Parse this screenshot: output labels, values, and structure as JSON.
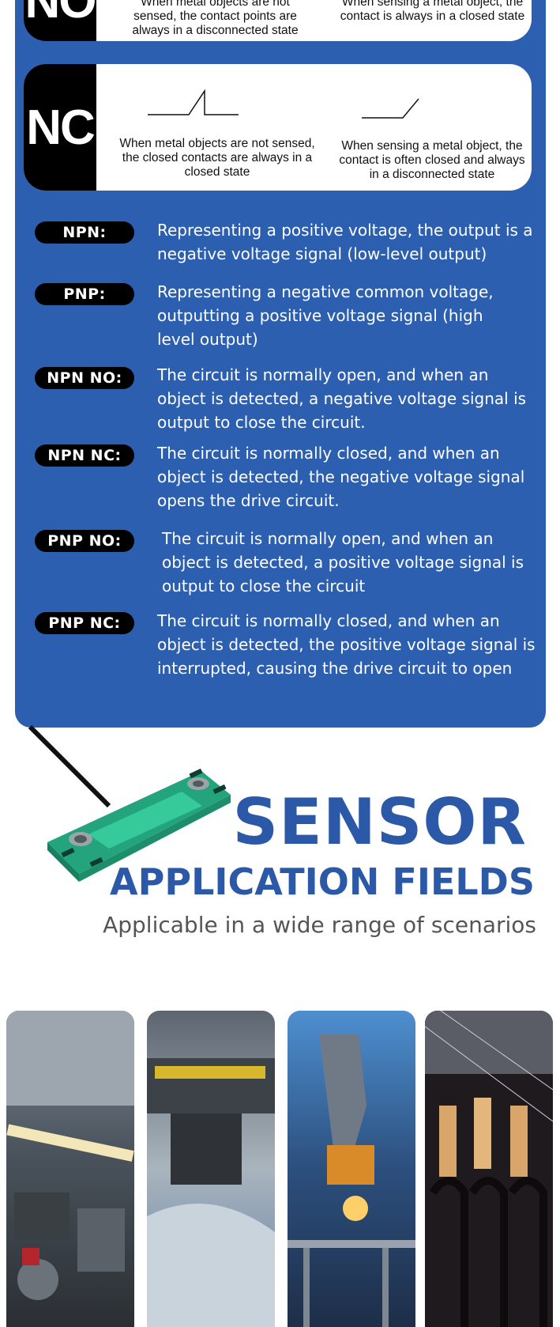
{
  "no_card": {
    "tag": "NO",
    "left_text": "When metal objects are not sensed, the contact points are always in a disconnected state",
    "right_text": "When sensing a metal object, the contact is always in a closed state"
  },
  "nc_card": {
    "tag": "NC",
    "left_text": "When metal objects are not sensed, the closed contacts are always in a closed state",
    "right_text": "When sensing a metal object, the contact is often closed and always in a disconnected state"
  },
  "definitions": [
    {
      "label": "NPN:",
      "text": "Representing a positive voltage, the output is a negative voltage signal (low-level output)"
    },
    {
      "label": "PNP:",
      "text": "Representing a negative common voltage, outputting a positive voltage signal (high level output)"
    },
    {
      "label": "NPN NO:",
      "text": "The circuit is normally open, and when an object is detected, a negative voltage signal is output to close the circuit."
    },
    {
      "label": "NPN NC:",
      "text": "The circuit is normally closed, and when an object is detected, the negative voltage signal opens the drive circuit."
    },
    {
      "label": "PNP NO:",
      "text": "The circuit is normally open, and when an object is detected, a positive voltage signal is output to close the circuit"
    },
    {
      "label": "PNP NC:",
      "text": "The circuit is normally closed, and when an object is detected, the positive voltage signal is interrupted, causing the drive circuit to open"
    }
  ],
  "section": {
    "title": "SENSOR",
    "subtitle": "APPLICATION FIELDS",
    "tagline": "Applicable in a wide range of scenarios"
  },
  "colors": {
    "panel_blue": "#2d5fb1",
    "heading_blue": "#2b59a8",
    "sensor_green": "#2fbf8f"
  },
  "photos": [
    "automotive-engine",
    "industrial-printing",
    "robotic-arm",
    "textile-machinery"
  ]
}
